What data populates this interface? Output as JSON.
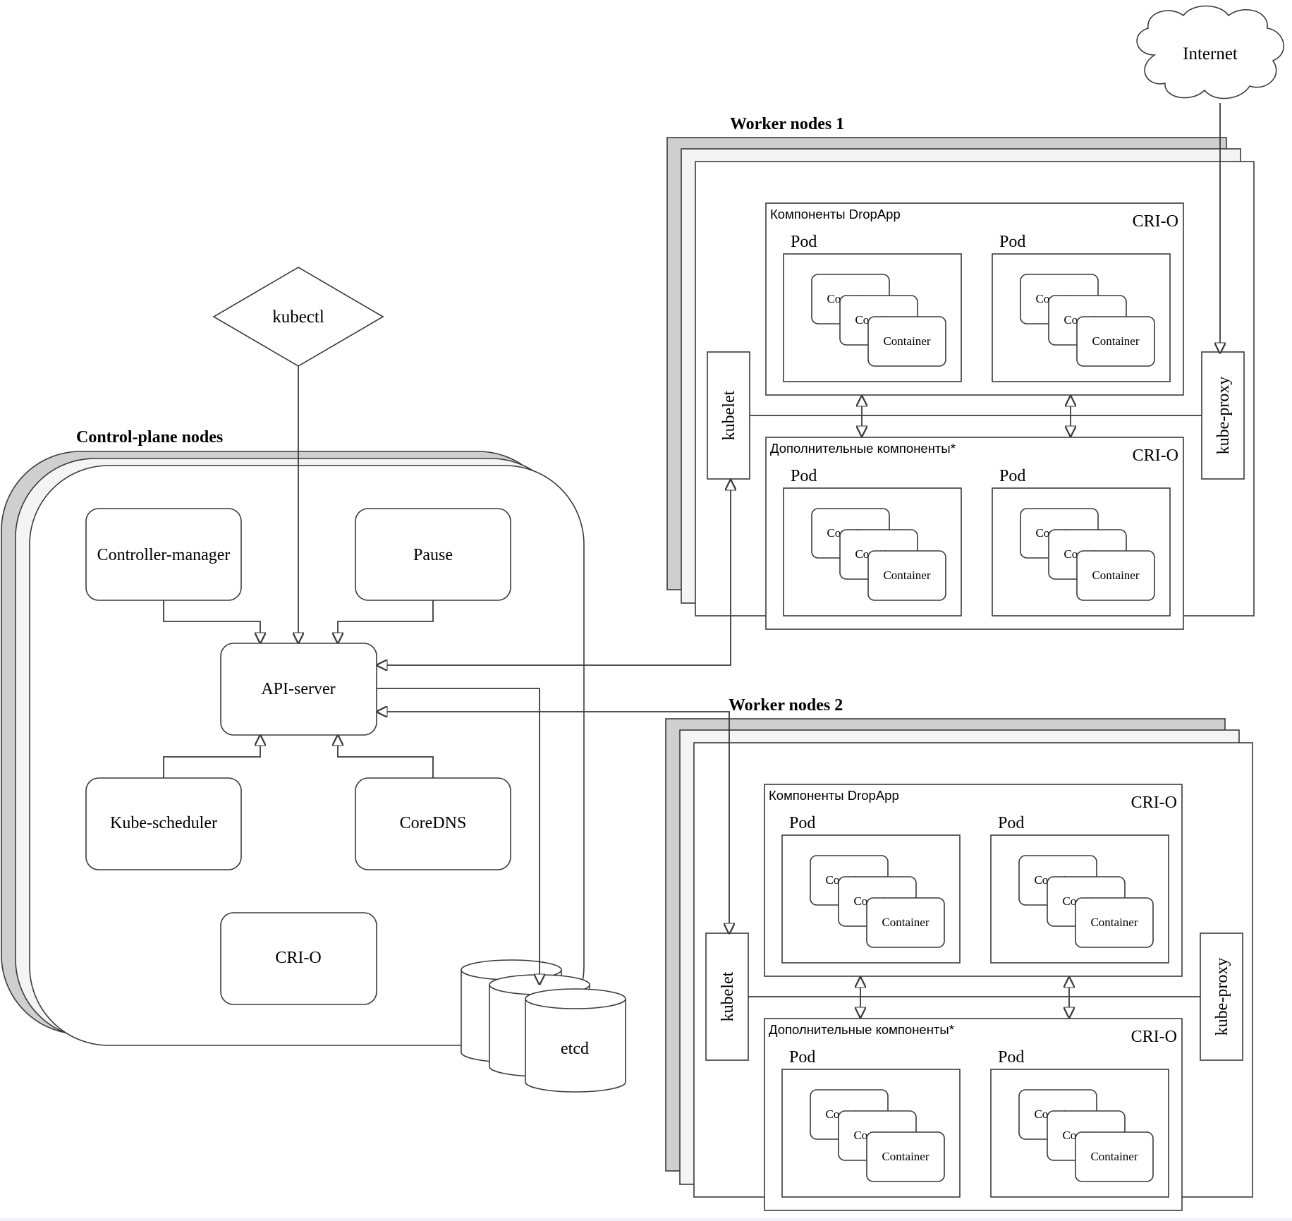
{
  "external": {
    "internet": "Internet",
    "kubectl": "kubectl"
  },
  "control_plane": {
    "title": "Control-plane nodes",
    "controller_manager": "Controller-manager",
    "pause": "Pause",
    "api_server": "API-server",
    "kube_scheduler": "Kube-scheduler",
    "coredns": "CoreDNS",
    "crio": "CRI-O",
    "etcd": "etcd"
  },
  "workers": [
    {
      "title": "Worker nodes 1",
      "kubelet": "kubelet",
      "kube_proxy": "kube-proxy",
      "groups": [
        {
          "label": "Компоненты DropApp",
          "runtime": "CRI-O",
          "pods": [
            {
              "label": "Pod",
              "containers": [
                "Container",
                "Container",
                "Container"
              ]
            },
            {
              "label": "Pod",
              "containers": [
                "Container",
                "Container",
                "Container"
              ]
            }
          ]
        },
        {
          "label": "Дополнительные компоненты*",
          "runtime": "CRI-O",
          "pods": [
            {
              "label": "Pod",
              "containers": [
                "Container",
                "Container",
                "Container"
              ]
            },
            {
              "label": "Pod",
              "containers": [
                "Container",
                "Container",
                "Container"
              ]
            }
          ]
        }
      ]
    },
    {
      "title": "Worker nodes 2",
      "kubelet": "kubelet",
      "kube_proxy": "kube-proxy",
      "groups": [
        {
          "label": "Компоненты DropApp",
          "runtime": "CRI-O",
          "pods": [
            {
              "label": "Pod",
              "containers": [
                "Container",
                "Container",
                "Container"
              ]
            },
            {
              "label": "Pod",
              "containers": [
                "Container",
                "Container",
                "Container"
              ]
            }
          ]
        },
        {
          "label": "Дополнительные компоненты*",
          "runtime": "CRI-O",
          "pods": [
            {
              "label": "Pod",
              "containers": [
                "Container",
                "Container",
                "Container"
              ]
            },
            {
              "label": "Pod",
              "containers": [
                "Container",
                "Container",
                "Container"
              ]
            }
          ]
        }
      ]
    }
  ]
}
